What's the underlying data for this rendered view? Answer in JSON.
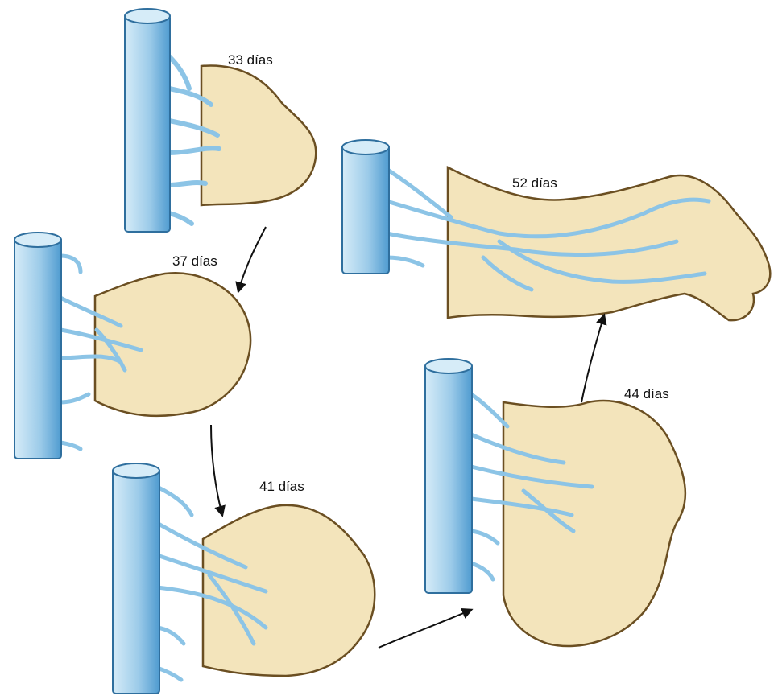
{
  "figure": {
    "stages": [
      {
        "id": "stage-33",
        "label": "33 días"
      },
      {
        "id": "stage-37",
        "label": "37 días"
      },
      {
        "id": "stage-41",
        "label": "41 días"
      },
      {
        "id": "stage-44",
        "label": "44 días"
      },
      {
        "id": "stage-52",
        "label": "52 días"
      }
    ]
  },
  "colors": {
    "limb_fill": "#f3e4bb",
    "limb_stroke": "#6b4f22",
    "nerve_light": "#b9dcf0",
    "nerve_dark": "#5ba6d8",
    "nerve_stroke": "#2f6f9e",
    "arrow": "#111111"
  }
}
